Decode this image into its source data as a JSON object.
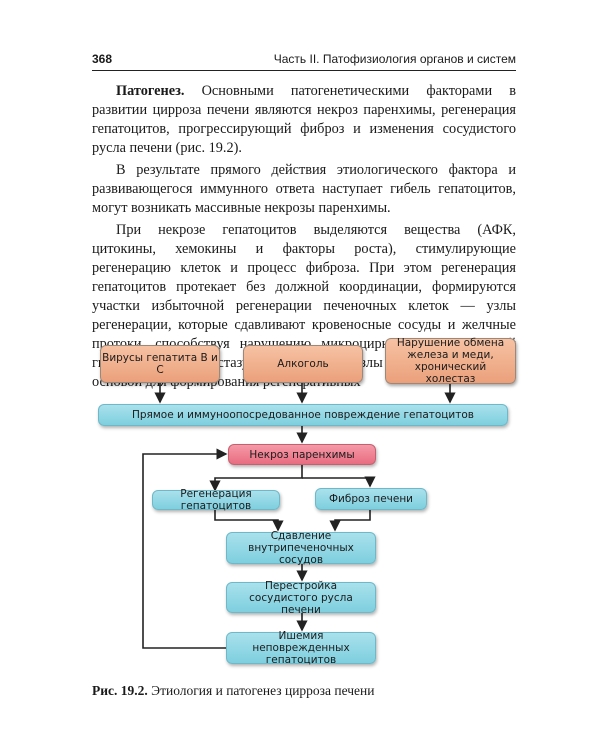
{
  "header": {
    "page_number": "368",
    "chapter": "Часть II. Патофизиология органов  и систем"
  },
  "body": {
    "p1_term": "Патогенез.",
    "p1_text": " Основными патогенетическими факторами в развитии цирроза печени являются некроз паренхимы, регенерация гепатоцитов, прогрессирующий фиброз и изменения сосудистого русла печени (рис. 19.2).",
    "p2": "В результате прямого действия этиологического фактора и развивающегося иммунного ответа наступает гибель гепатоцитов, могут возникать массивные некрозы паренхимы.",
    "p3": "При некрозе гепатоцитов выделяются вещества (АФК, цитокины, хемокины и факторы роста), стимулирующие регенерацию клеток и процесс фиброза. При этом регенерация гепатоцитов протекает без должной координации, формируются участки избыточной регенерации печеночных клеток — узлы регенерации, которые сдавливают кровеносные сосуды и желчные протоки, способствуя нарушению микроциркуляции, портальной гипертензии и холестазу. Вместе с тем узлы регенерации служат основой для формирования регенеративных"
  },
  "diagram": {
    "causes": [
      "Вирусы гепатита В и С",
      "Алкоголь",
      "Нарушение обмена железа и меди, хронический холестаз"
    ],
    "damage": "Прямое и иммуноопосредованное повреждение гепатоцитов",
    "necrosis": "Некроз паренхимы",
    "regeneration": "Регенерация гепатоцитов",
    "fibrosis": "Фиброз печени",
    "compression": "Сдавление внутрипеченочных сосудов",
    "restructuring": "Перестройка сосудистого русла печени",
    "ischemia": "Ишемия неповрежденных гепатоцитов"
  },
  "caption": {
    "label": "Рис. 19.2.",
    "text": " Этиология и патогенез цирроза печени"
  }
}
